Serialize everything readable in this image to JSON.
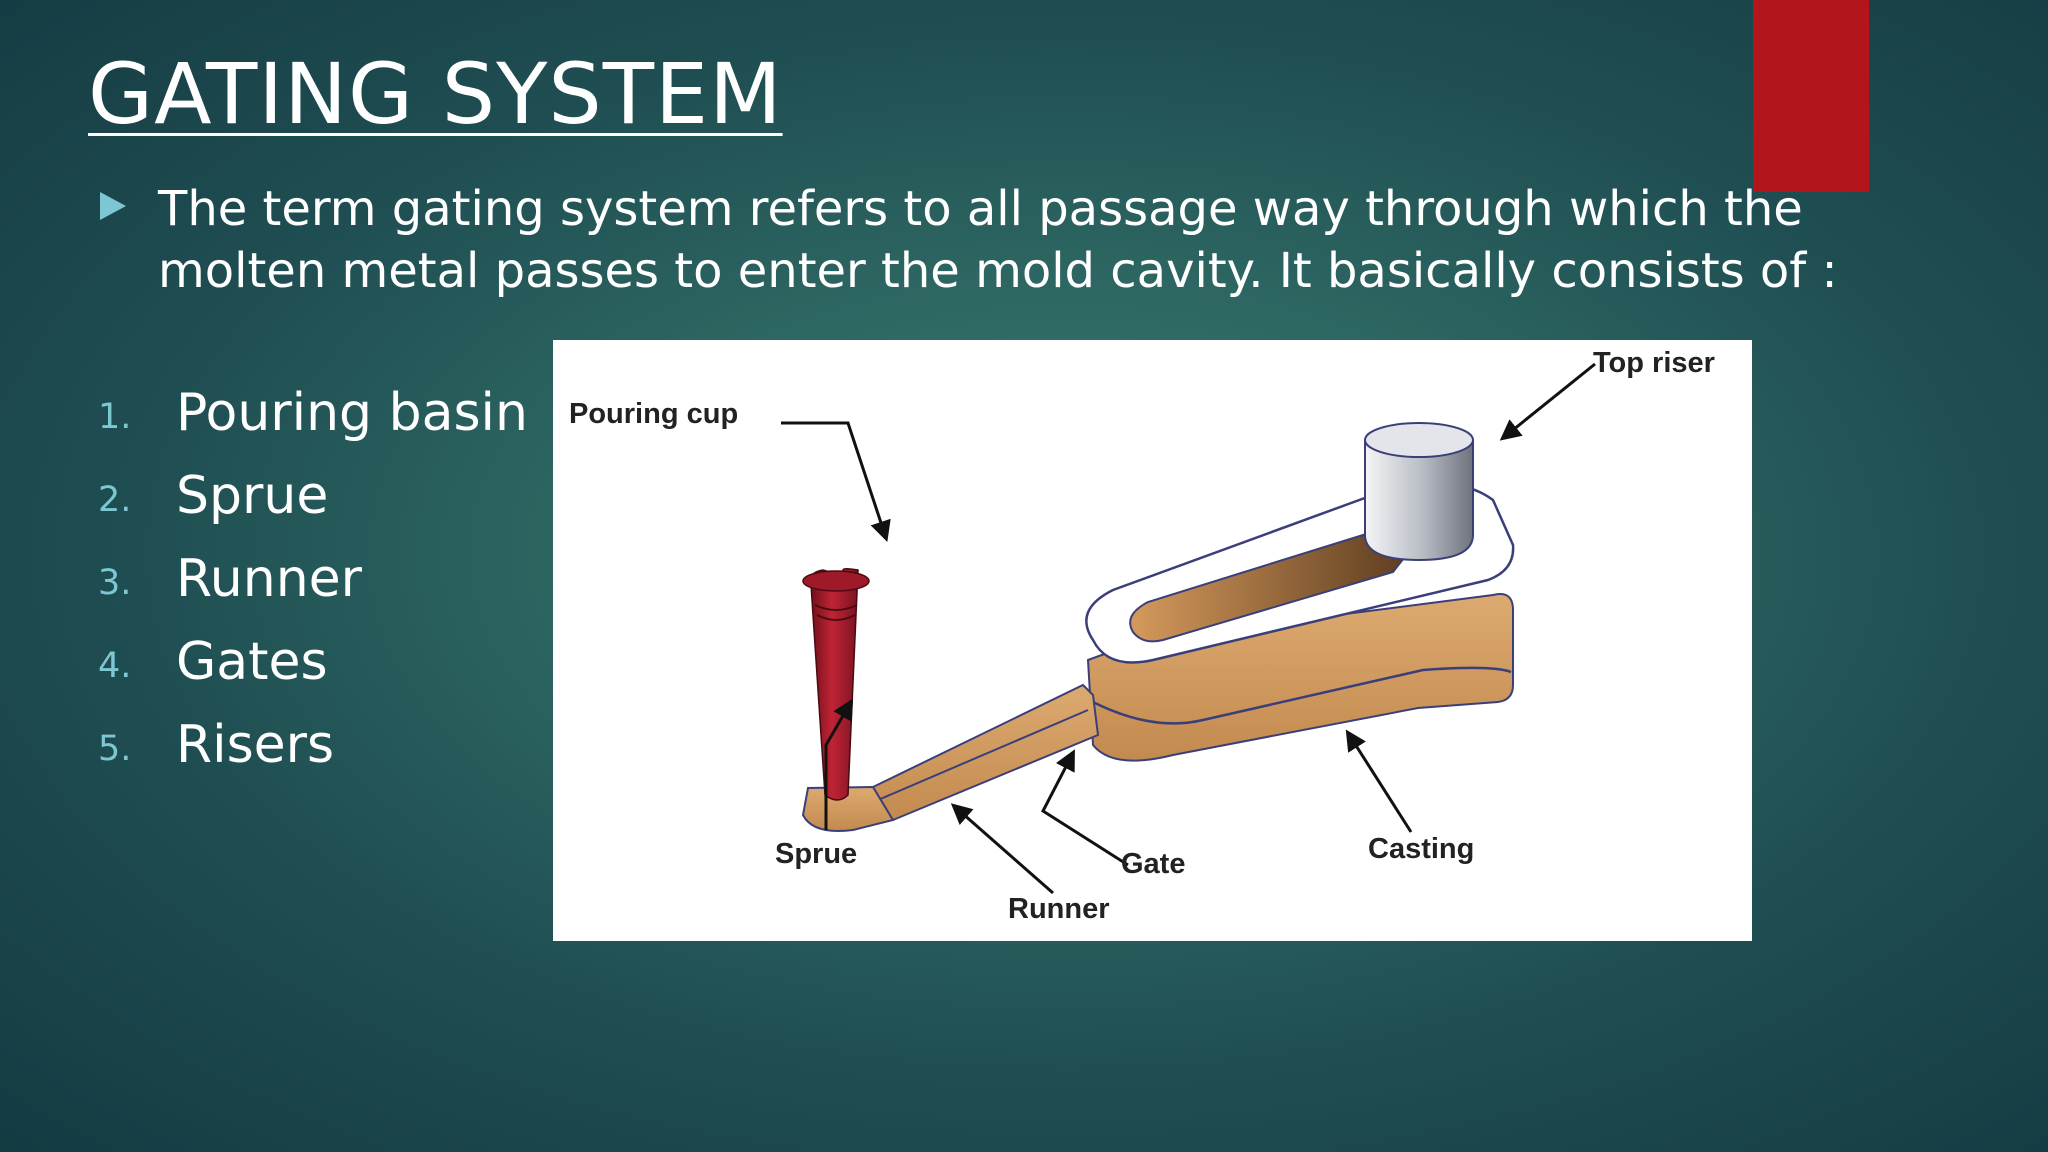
{
  "slide": {
    "title": "GATING SYSTEM",
    "intro": "The term gating system refers to all passage way through which the molten metal passes to enter the mold cavity. It basically consists of :",
    "list": [
      {
        "num": "1.",
        "label": "Pouring basin"
      },
      {
        "num": "2.",
        "label": "Sprue"
      },
      {
        "num": "3.",
        "label": "Runner"
      },
      {
        "num": "4.",
        "label": "Gates"
      },
      {
        "num": "5.",
        "label": "Risers"
      }
    ],
    "accent_color": "#b3161a",
    "bullet_color": "#7cc7d1"
  },
  "diagram": {
    "labels": {
      "pouring_cup": "Pouring cup",
      "top_riser": "Top riser",
      "sprue": "Sprue",
      "runner": "Runner",
      "gate": "Gate",
      "casting": "Casting"
    },
    "colors": {
      "sprue": "#a81d2b",
      "casting": "#d7a36a",
      "riser": "#c9ccd3"
    }
  }
}
